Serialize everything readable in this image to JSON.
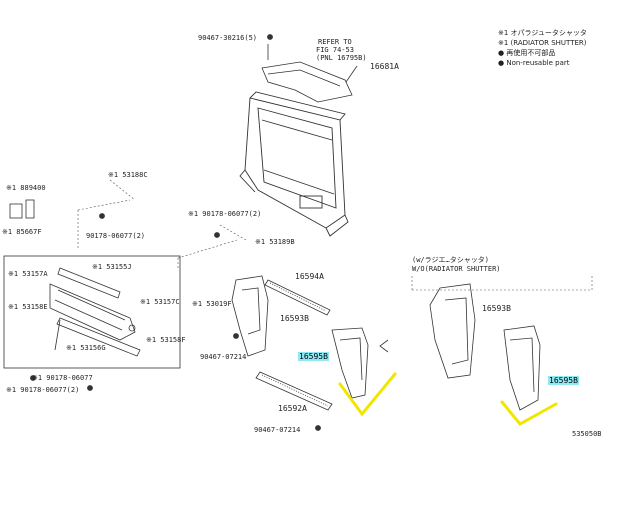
{
  "legend": {
    "line1": "※1 オパラジュータシャッタ",
    "line2": "※1 (RADIATOR SHUTTER)",
    "line3": "● 再使用不可部品",
    "line4": "● Non-reusable part"
  },
  "labels": {
    "bolt_top": "90467-30216(5)",
    "refer": "REFER TO",
    "fig": "FIG 74-53",
    "pnc": "(PNL 16795B)",
    "p16681A": "16681A",
    "p53188C": "※1 53188C",
    "p889400": "※1 889400",
    "p85667F": "※1 85667F",
    "p90178_2": "90178-06077(2)",
    "p90178_2b": "※1 90178-06077(2)",
    "p53189B": "※1 53189B",
    "p53157A": "※1 53157A",
    "p53155J": "※1 53155J",
    "p53158E": "※1 53158E",
    "p53157C": "※1 53157C",
    "p53158F": "※1 53158F",
    "p53156G": "※1 53156G",
    "p90178_06077": "※1 90178-06077",
    "p90178_bottom": "※1 90178-06077(2)",
    "p53019F": "※1 53019F",
    "p16594A": "16594A",
    "p16593B": "16593B",
    "p90467_07214": "90467-07214",
    "p16595B": "16595B",
    "p16592A": "16592A",
    "p90467_bottom": "90467-07214",
    "w_jp": "(w/ラジエ…タシャッタ)",
    "w_en": "W/O(RADIATOR SHUTTER)",
    "p16593B_r": "16593B",
    "p16595B_r": "16595B",
    "code": "535050B"
  },
  "colors": {
    "highlight": "#8fe8f2",
    "check_mark": "#f2e600",
    "line": "#333333"
  }
}
